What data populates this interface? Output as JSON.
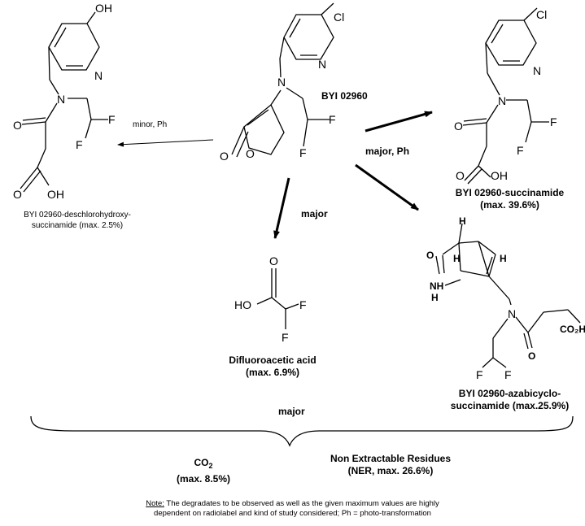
{
  "parent": {
    "name": "BYI 02960"
  },
  "arrows": {
    "minor_ph": "minor, Ph",
    "major_ph": "major, Ph",
    "major_down": "major",
    "major_brace": "major"
  },
  "products": {
    "deschloro": {
      "name": "BYI 02960-deschlorohydroxy-",
      "name2": "succinamide (max. 2.5%)"
    },
    "succinamide": {
      "name": "BYI 02960-succinamide",
      "max": "(max. 39.6%)"
    },
    "dfa": {
      "name": "Difluoroacetic acid",
      "max": "(max. 6.9%)"
    },
    "azabicyclo": {
      "name": "BYI 02960-azabicyclo-",
      "name2": "succinamide (max.25.9%)"
    }
  },
  "final": {
    "co2_base": "CO",
    "co2_sub": "2",
    "co2_max": "(max. 8.5%)",
    "ner": "Non Extractable Residues",
    "ner_max": "(NER, max. 26.6%)"
  },
  "note": {
    "label": "Note:",
    "text1": " The degradates to be observed as well as the given maximum values are highly",
    "text2": "dependent on radiolabel and kind of study considered; Ph = photo-transformation"
  },
  "atoms": {
    "cl": "Cl",
    "n": "N",
    "o": "O",
    "f": "F",
    "h": "H",
    "oh": "OH",
    "ho": "HO",
    "nh": "NH",
    "co2h": "CO₂H"
  }
}
